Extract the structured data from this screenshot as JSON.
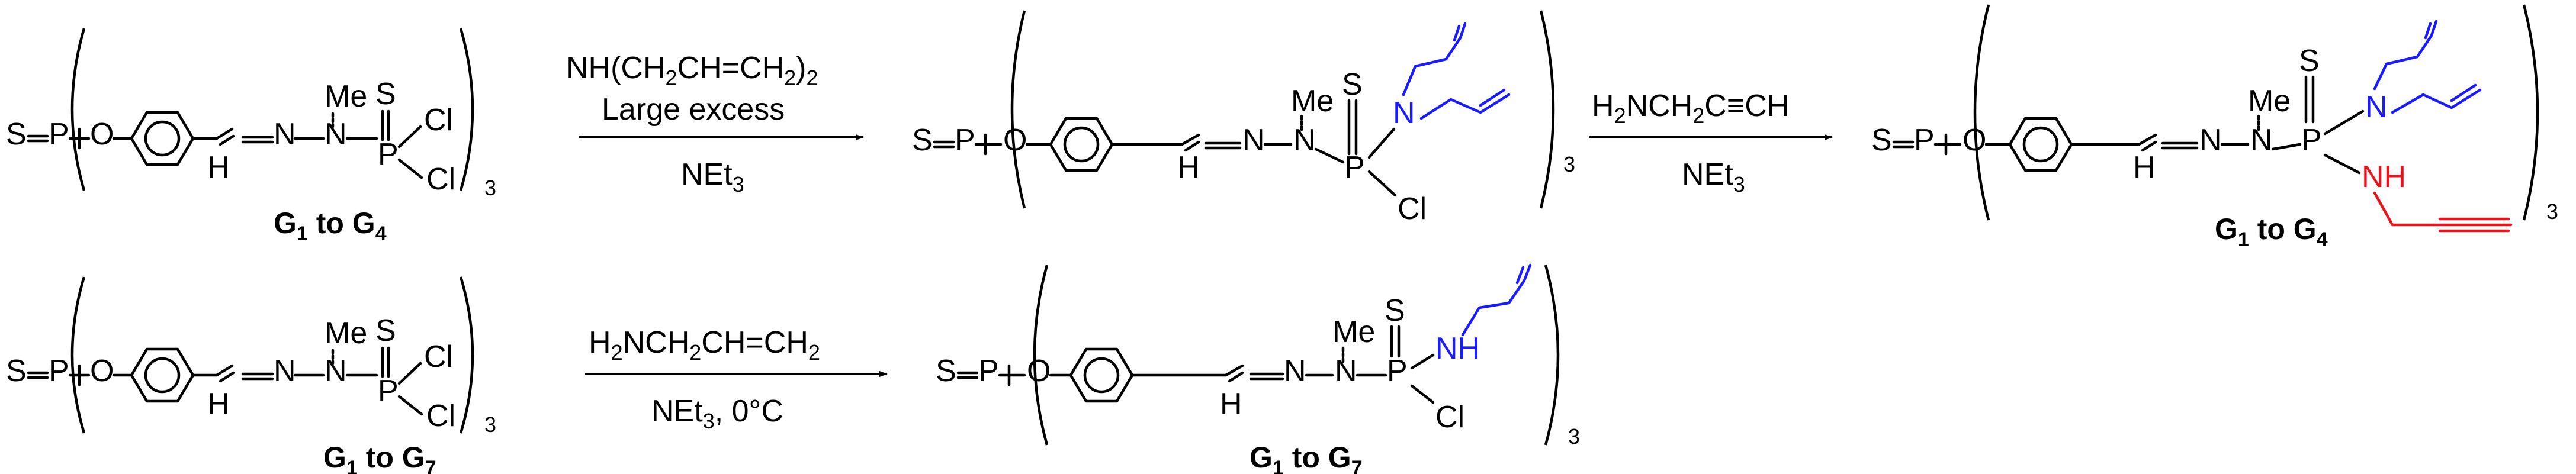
{
  "atoms": {
    "S": "S",
    "P": "P",
    "O": "O",
    "N": "N",
    "H": "H",
    "Me": "Me",
    "Cl": "Cl",
    "NH": "NH",
    "three": "3"
  },
  "reactions": [
    {
      "reagent_top": [
        "NH(CH",
        "2",
        "CH=CH",
        "2",
        ")",
        "2"
      ],
      "reagent_mid": "Large excess",
      "reagent_bottom": [
        "NEt",
        "3"
      ]
    },
    {
      "reagent_top": [
        "H",
        "2",
        "NCH",
        "2",
        "C≡CH"
      ],
      "reagent_bottom": [
        "NEt",
        "3"
      ]
    },
    {
      "reagent_top": [
        "H",
        "2",
        "NCH",
        "2",
        "CH=CH",
        "2"
      ],
      "reagent_bottom": [
        "NEt",
        "3",
        ", 0°C"
      ]
    }
  ],
  "labels": {
    "g1_g4": [
      "G",
      "1",
      " to G",
      "4"
    ],
    "g1_g7": [
      "G",
      "1",
      " to G",
      "7"
    ]
  },
  "colors": {
    "diallylamine": "#1a1aff",
    "propargylamine": "#e8141b",
    "allylamine": "#1a1aff",
    "bonds": "#000000"
  }
}
